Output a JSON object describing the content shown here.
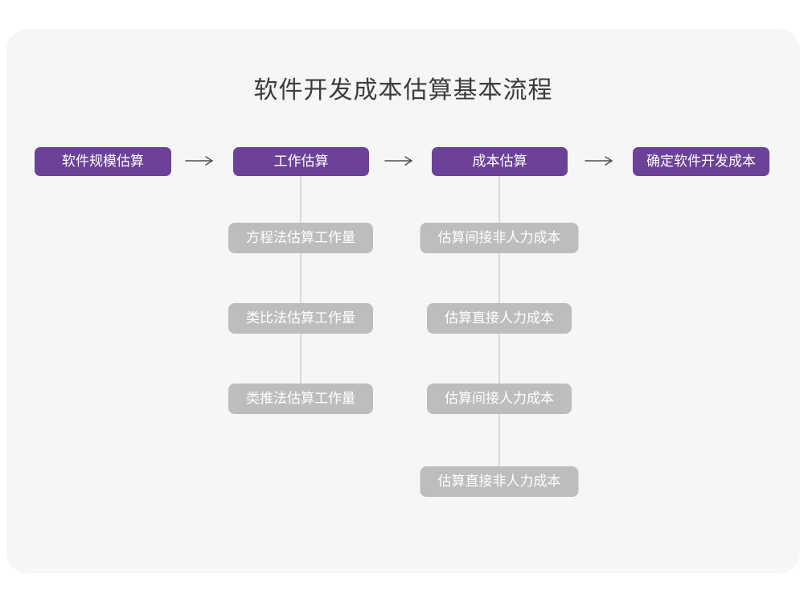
{
  "diagram": {
    "title": "软件开发成本估算基本流程",
    "stages": [
      {
        "label": "软件规模估算"
      },
      {
        "label": "工作估算"
      },
      {
        "label": "成本估算"
      },
      {
        "label": "确定软件开发成本"
      }
    ],
    "columns": [
      {
        "parent": "工作估算",
        "items": [
          "方程法估算工作量",
          "类比法估算工作量",
          "类推法估算工作量"
        ]
      },
      {
        "parent": "成本估算",
        "items": [
          "估算间接非人力成本",
          "估算直接人力成本",
          "估算间接人力成本",
          "估算直接非人力成本"
        ]
      }
    ],
    "colors": {
      "stage_fill": "#6c4299",
      "stage_text": "#ffffff",
      "sub_fill": "#bdbdbd",
      "sub_text": "#ffffff",
      "card_background": "#f6f6f6",
      "page_background": "#ffffff",
      "connector_line": "#d9d9d9",
      "arrow_stroke": "#4d4d4d",
      "title_text": "#3c3c3c"
    }
  }
}
